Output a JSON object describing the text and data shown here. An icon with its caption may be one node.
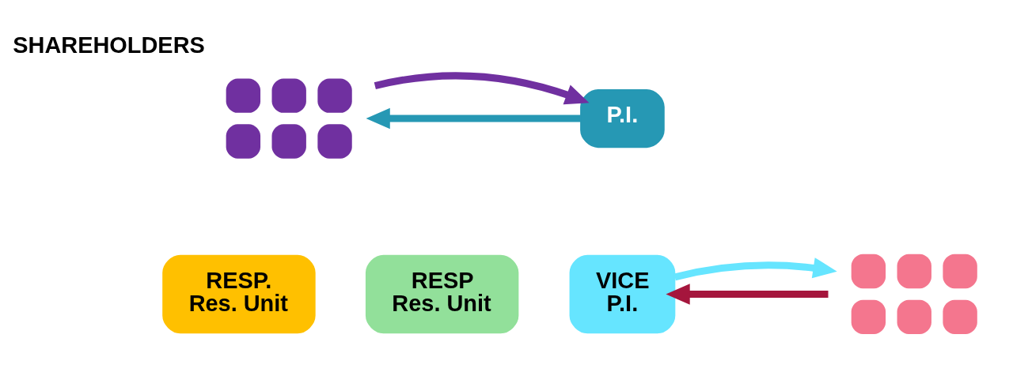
{
  "diagram": {
    "nodes": [
      {
        "text": [],
        "shape": "person",
        "beside": [
          "SHAREHOLDERS"
        ]
      },
      {
        "text": [
          "P.I."
        ]
      },
      {
        "text": [
          "RESP.",
          "Res. Unit"
        ]
      },
      {
        "text": [
          "RESP",
          "Res. Unit"
        ]
      },
      {
        "text": [
          "VICE",
          "P.I."
        ]
      },
      {
        "text": [],
        "shape": "person"
      }
    ],
    "edges": [
      {
        "from": 1,
        "to": 0,
        "arrow": "to",
        "color": "#2698b4"
      },
      {
        "from": 0,
        "to": 1,
        "arrow": "to",
        "color": "#7030a0"
      },
      {
        "from": 5,
        "to": 4,
        "arrow": "to",
        "color": "#a5163d"
      },
      {
        "from": 4,
        "to": 5,
        "arrow": "to",
        "color": "#66e5ff"
      }
    ]
  }
}
